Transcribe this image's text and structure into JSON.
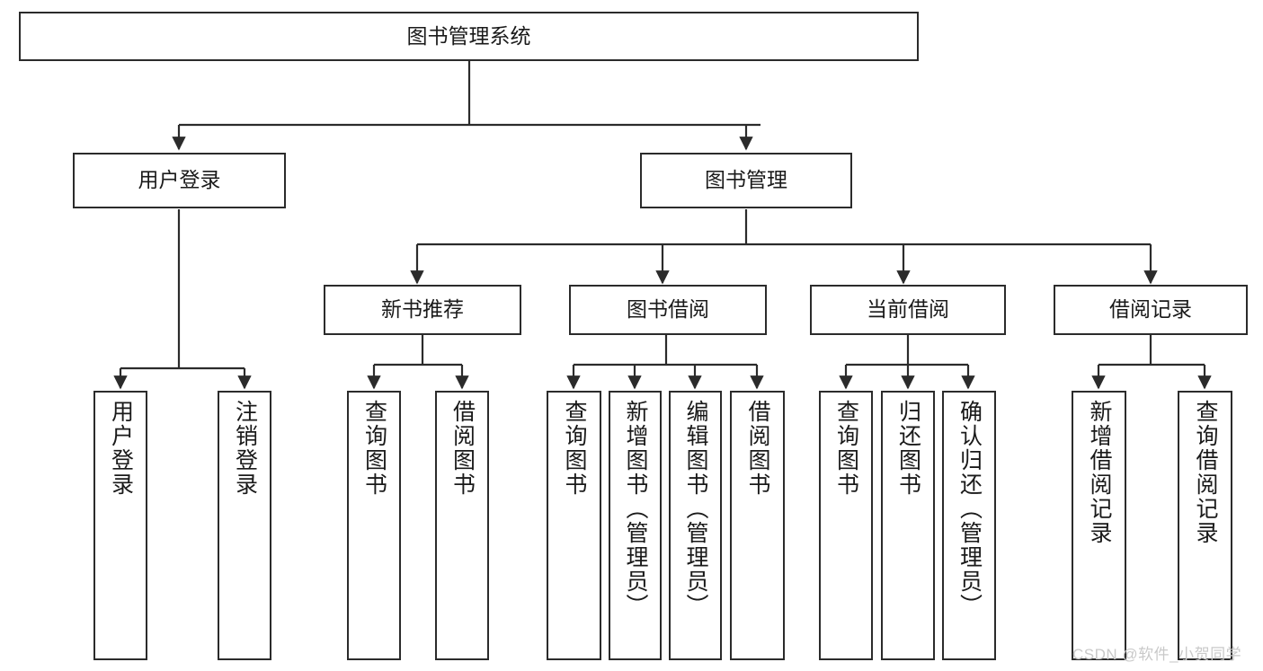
{
  "diagram": {
    "title": "图书管理系统",
    "type": "tree-hierarchy",
    "watermark": "CSDN @软件_小贺同学",
    "nodes": {
      "root": {
        "label": "图书管理系统"
      },
      "level2": [
        {
          "id": "user-login",
          "label": "用户登录"
        },
        {
          "id": "book-manage",
          "label": "图书管理"
        }
      ],
      "level3": [
        {
          "id": "new-book-recommend",
          "label": "新书推荐"
        },
        {
          "id": "book-borrow",
          "label": "图书借阅"
        },
        {
          "id": "current-borrow",
          "label": "当前借阅"
        },
        {
          "id": "borrow-record",
          "label": "借阅记录"
        }
      ],
      "leaves": [
        {
          "id": "leaf-user-login",
          "label": "用户登录"
        },
        {
          "id": "leaf-user-logout",
          "label": "注销登录"
        },
        {
          "id": "leaf-query-book-1",
          "label": "查询图书"
        },
        {
          "id": "leaf-borrow-book-1",
          "label": "借阅图书"
        },
        {
          "id": "leaf-query-book-2",
          "label": "查询图书"
        },
        {
          "id": "leaf-add-book",
          "label": "新增图书（管理员）"
        },
        {
          "id": "leaf-edit-book",
          "label": "编辑图书（管理员）"
        },
        {
          "id": "leaf-borrow-book-2",
          "label": "借阅图书"
        },
        {
          "id": "leaf-query-book-3",
          "label": "查询图书"
        },
        {
          "id": "leaf-return-book",
          "label": "归还图书"
        },
        {
          "id": "leaf-confirm-return",
          "label": "确认归还（管理员）"
        },
        {
          "id": "leaf-add-record",
          "label": "新增借阅记录"
        },
        {
          "id": "leaf-query-record",
          "label": "查询借阅记录"
        }
      ]
    },
    "colors": {
      "stroke": "#2b2b2b",
      "fill": "#ffffff",
      "text": "#1a1a1a",
      "watermark": "#c9c9c9"
    }
  }
}
